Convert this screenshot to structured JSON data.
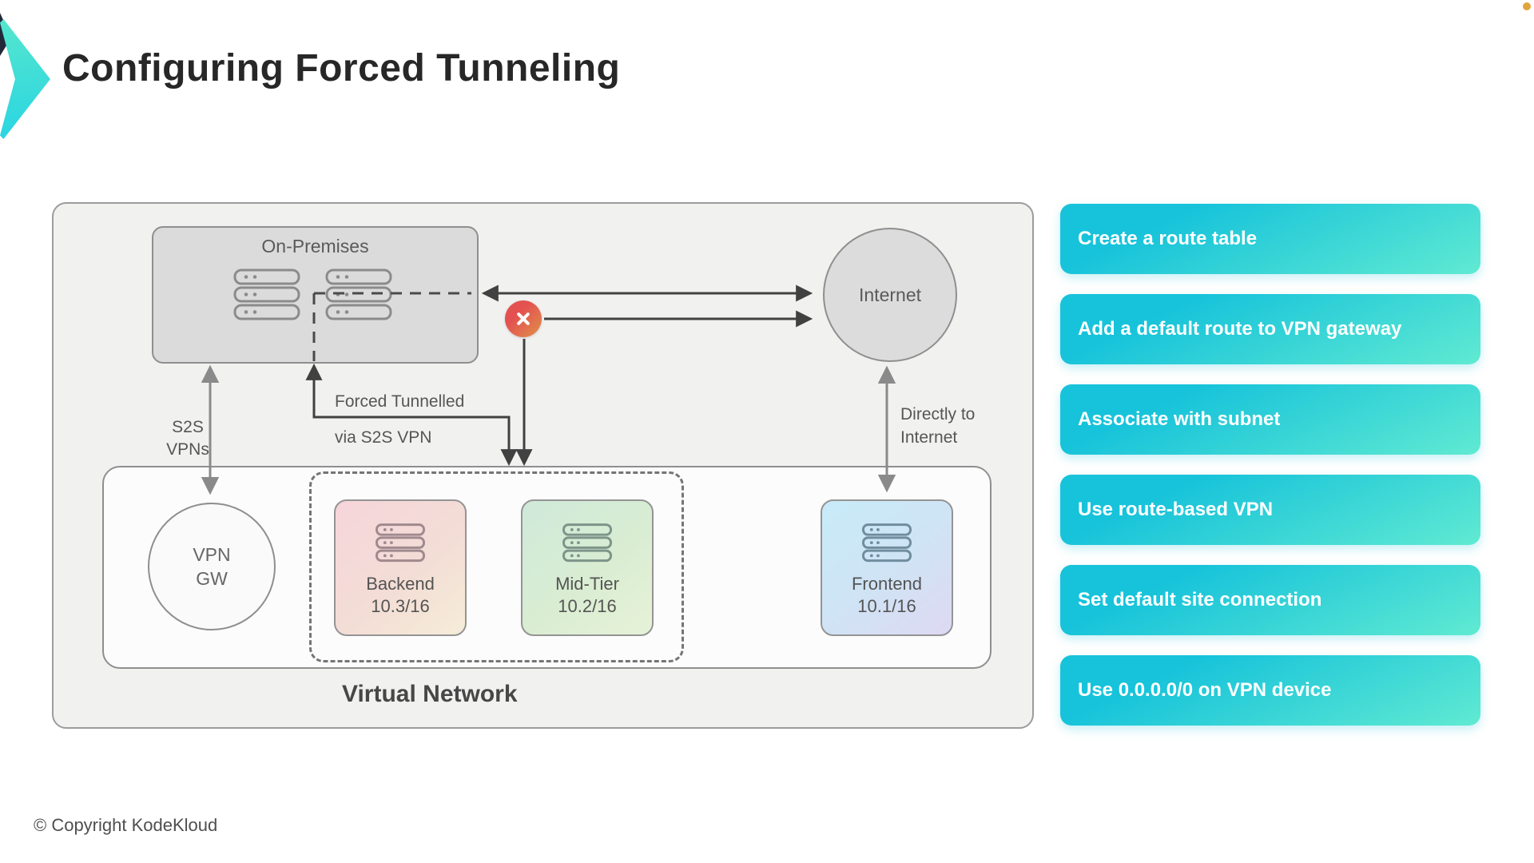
{
  "header": {
    "title": "Configuring Forced Tunneling"
  },
  "diagram": {
    "on_premises": {
      "label": "On-Premises"
    },
    "internet": {
      "label": "Internet"
    },
    "vpn_gateway": {
      "label": "VPN\nGW"
    },
    "virtual_network": {
      "label": "Virtual Network"
    },
    "subnets": [
      {
        "name": "Backend",
        "cidr": "10.3/16"
      },
      {
        "name": "Mid-Tier",
        "cidr": "10.2/16"
      },
      {
        "name": "Frontend",
        "cidr": "10.1/16"
      }
    ],
    "labels": {
      "s2s": "S2S\nVPNs",
      "forced_tunnelled": "Forced Tunnelled\nvia S2S VPN",
      "directly_to_internet": "Directly to\nInternet"
    }
  },
  "steps": {
    "items": [
      "Create a route table",
      "Add a default route to VPN gateway",
      "Associate with subnet",
      "Use route-based VPN",
      "Set default site connection",
      "Use 0.0.0.0/0 on VPN device"
    ]
  },
  "footer": {
    "copyright": "© Copyright KodeKloud"
  },
  "colors": {
    "accent_top": "#17c3da",
    "accent_bottom": "#60ead2",
    "blocked_red": "#e35150",
    "blocked_orange": "#e0924a",
    "corner_dot": "#e2a43c"
  }
}
